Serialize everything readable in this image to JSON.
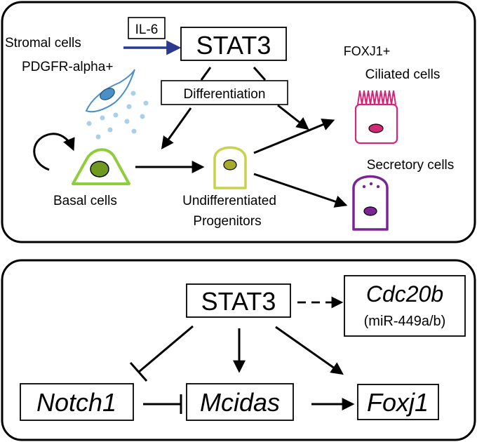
{
  "top_panel": {
    "il6": "IL-6",
    "stromal_line1": "Stromal cells",
    "stromal_line2": "PDGFR-alpha+",
    "stat3": "STAT3",
    "differentiation": "Differentiation",
    "foxj1_line1": "FOXJ1+",
    "foxj1_line2": "Ciliated cells",
    "secretory": "Secretory cells",
    "basal": "Basal cells",
    "undiff_line1": "Undifferentiated",
    "undiff_line2": "Progenitors"
  },
  "bottom_panel": {
    "stat3": "STAT3",
    "cdc20b": "Cdc20b",
    "mir": "(miR-449a/b)",
    "notch1": "Notch1",
    "mcidas": "Mcidas",
    "foxj1": "Foxj1"
  },
  "colors": {
    "il6_arrow": "#2b3a8f",
    "stromal_cell": "#4a8fc6",
    "stromal_dots": "#a9d0ea",
    "basal_outline": "#8fce3a",
    "basal_nucleus": "#6f9a1f",
    "progenitor_outline": "#c8d24a",
    "progenitor_nucleus": "#a8a82a",
    "ciliated": "#d2287a",
    "secretory": "#7a2496"
  }
}
